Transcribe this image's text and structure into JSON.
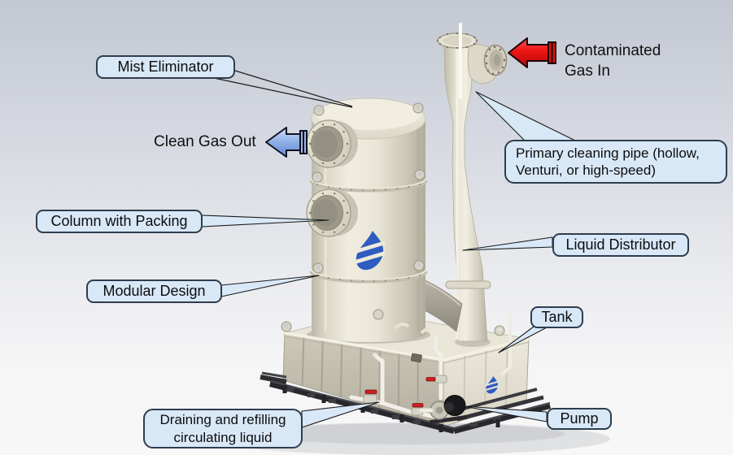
{
  "callouts": {
    "mist_eliminator": {
      "text": "Mist Eliminator"
    },
    "primary_cleaning_pipe": {
      "text": "Primary cleaning pipe (hollow,\nVenturi, or high-speed)"
    },
    "column_with_packing": {
      "text": "Column with Packing"
    },
    "modular_design": {
      "text": "Modular Design"
    },
    "liquid_distributor": {
      "text": "Liquid Distributor"
    },
    "tank": {
      "text": "Tank"
    },
    "pump": {
      "text": "Pump"
    },
    "draining": {
      "text": "Draining and refilling\ncirculating liquid"
    }
  },
  "flow_labels": {
    "clean_gas_out": "Clean Gas Out",
    "contaminated_gas_in": "Contaminated\nGas In"
  },
  "icons": {
    "clean_gas_arrow": "blue-left-block-arrow",
    "contaminated_gas_arrow": "red-left-block-arrow",
    "brand_logo": "blue-flame"
  },
  "colors": {
    "callout_fill": "#d9e8f7",
    "callout_border": "#2e3d4e",
    "leader_line": "#1b1b1b",
    "clean_gas_arrow_blue": "#8fb2e6",
    "contaminated_gas_red": "#ee1515",
    "flame_logo_blue": "#2e5cc0",
    "equipment_cream": "#e9e5d6",
    "valve_red": "#cf2020",
    "skid_dark": "#2b2b2f",
    "background_top": "#c6cad3",
    "background_bottom": "#f6f6f6"
  }
}
